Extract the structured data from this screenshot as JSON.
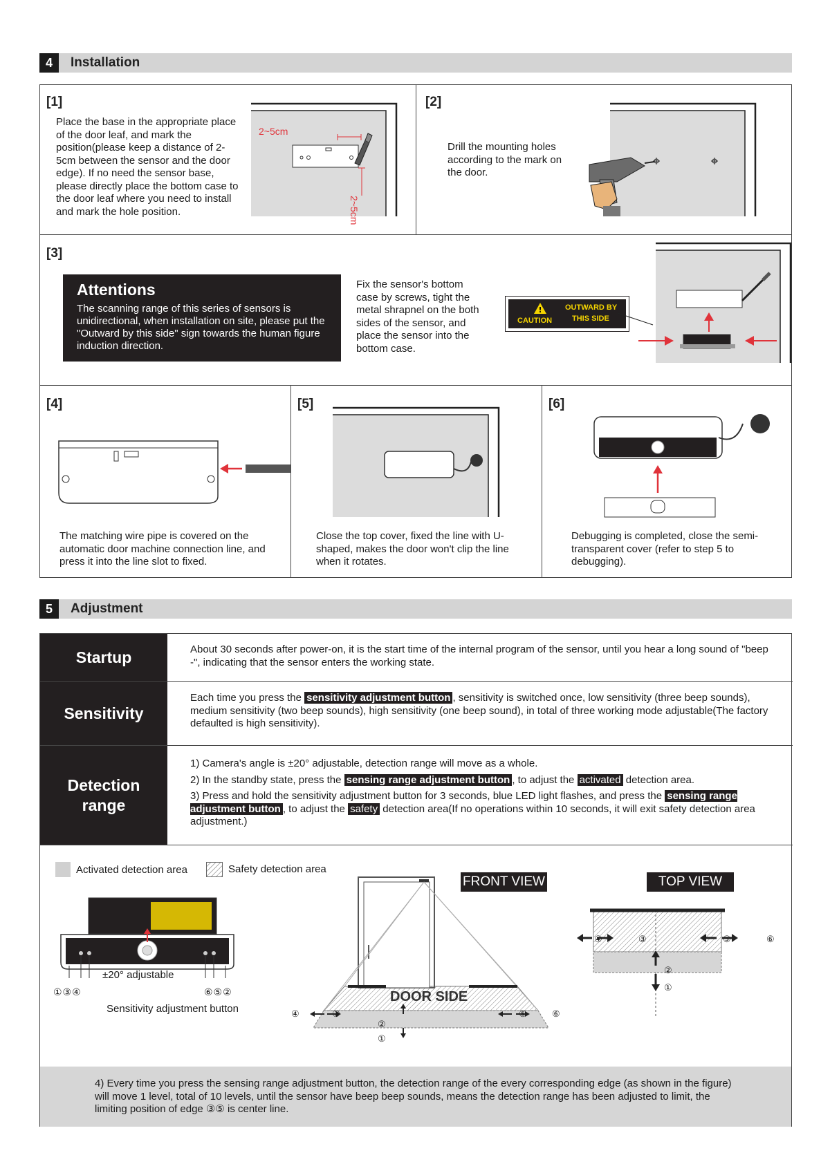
{
  "section4": {
    "num": "4",
    "title": "Installation"
  },
  "s1": {
    "label": "[1]",
    "text": "Place the base in the appropriate place of the door leaf, and mark the position(please keep a distance of 2-5cm between the sensor and the door edge). If no need the sensor base, please directly place the bottom case to the door leaf where you need to install and mark the hole position.",
    "dim_h": "2~5cm",
    "dim_v": "2~5cm"
  },
  "s2": {
    "label": "[2]",
    "text": "Drill the mounting holes according to the mark on the door."
  },
  "s3": {
    "label": "[3]",
    "att_title": "Attentions",
    "att_text": "The scanning range of this series of sensors is unidirectional, when installation on site, please put the \"Outward by this side\" sign towards the human figure induction direction.",
    "text": "Fix the sensor's bottom case by screws, tight the metal shrapnel on the both sides of the sensor, and place the sensor into the bottom case.",
    "sign_caution": "CAUTION",
    "sign_outward": "OUTWARD BY",
    "sign_side": "THIS SIDE"
  },
  "s4": {
    "label": "[4]",
    "text": "The matching wire pipe is covered on the automatic door machine connection line, and press it into the line slot to fixed."
  },
  "s5": {
    "label": "[5]",
    "text": "Close the top cover, fixed the line with U-shaped, makes the door won't clip the line when it rotates."
  },
  "s6": {
    "label": "[6]",
    "text": "Debugging is completed, close the semi-transparent cover (refer to step 5 to debugging)."
  },
  "section5": {
    "num": "5",
    "title": "Adjustment"
  },
  "startup": {
    "title": "Startup",
    "text": "About 30 seconds after power-on, it is the start time of the internal program of the sensor, until you hear a long sound of \"beep -\", indicating that the sensor enters the working state."
  },
  "sensitivity": {
    "title": "Sensitivity",
    "pre": "Each time you press the ",
    "hl": "sensitivity adjustment button",
    "post": ", sensitivity is switched once, low sensitivity (three beep sounds), medium sensitivity (two beep sounds), high sensitivity (one beep sound), in total of three working mode adjustable(The factory defaulted is high sensitivity)."
  },
  "detection": {
    "title_1": "Detection",
    "title_2": "range",
    "l1": "1) Camera's angle is ±20° adjustable, detection range will move as a whole.",
    "l2_pre": "2) In the standby state, press the ",
    "l2_hl": "sensing range adjustment button",
    "l2_mid": ", to adjust the ",
    "l2_hl2": "activated",
    "l2_post": " detection area.",
    "l3_pre": "3) Press and hold the  sensitivity adjustment button  for 3 seconds, blue LED light flashes, and press the ",
    "l3_hl": "sensing range adjustment button",
    "l3_mid": ", to adjust the ",
    "l3_hl2": "safety",
    "l3_post": " detection area(If no operations within 10 seconds, it will exit safety detection area adjustment.)"
  },
  "legend": {
    "activated": "Activated detection area",
    "safety": "Safety detection area"
  },
  "diagram": {
    "adjustable": "±20° adjustable",
    "left_nums": "①③④",
    "right_nums": "⑥⑤②",
    "sens_btn": "Sensitivity adjustment button",
    "front_view": "FRONT VIEW",
    "top_view": "TOP VIEW",
    "door_side": "DOOR  SIDE",
    "n1": "①",
    "n2": "②",
    "n3": "③",
    "n4": "④",
    "n5": "⑤",
    "n6": "⑥"
  },
  "note": "4) Every time you press the sensing range adjustment button, the detection range of the every corresponding edge (as shown in the figure) will move 1 level, total of 10 levels, until the sensor have beep beep sounds, means the detection range has been adjusted to limit, the limiting position of edge ③⑤ is center line."
}
